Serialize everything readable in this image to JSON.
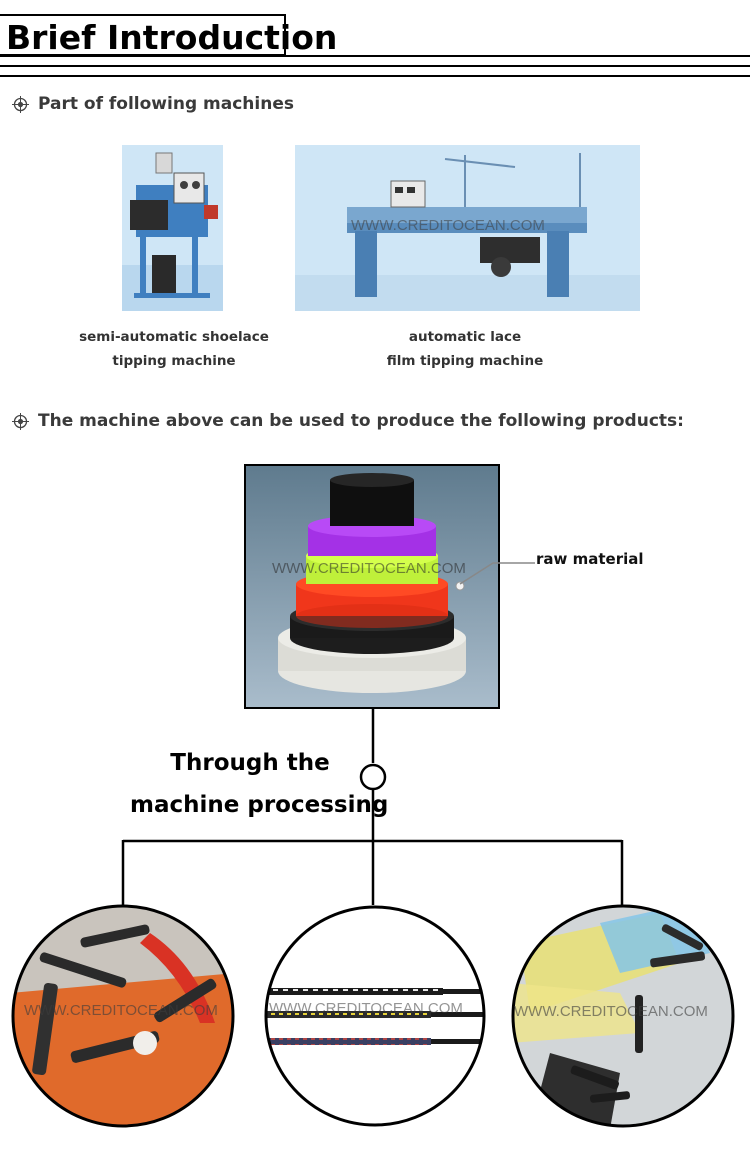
{
  "header": {
    "title": "Brief Introduction"
  },
  "sections": [
    {
      "text": "Part of following machines",
      "icon": "target-bullet-icon"
    },
    {
      "text": "The machine above can be used to produce the following products:",
      "icon": "target-bullet-icon"
    }
  ],
  "machines": [
    {
      "caption_line1": "semi-automatic shoelace",
      "caption_line2": "tipping machine"
    },
    {
      "caption_line1": "automatic lace",
      "caption_line2": "film tipping machine",
      "watermark": "WWW.CREDITOCEAN.COM"
    }
  ],
  "raw_material": {
    "label": "raw material",
    "watermark": "WWW.CREDITOCEAN.COM"
  },
  "process": {
    "line1": "Through the",
    "line2": "machine processing"
  },
  "products": [
    {
      "watermark": "WWW.CREDITOCEAN.COM"
    },
    {
      "watermark": "WWW.CREDITOCEAN.COM"
    },
    {
      "watermark": "WWW.CREDITOCEAN.COM"
    }
  ],
  "colors": {
    "accent": "#000000",
    "sky": "#d9ecf8",
    "machine_blue": "#5aa6d8"
  }
}
